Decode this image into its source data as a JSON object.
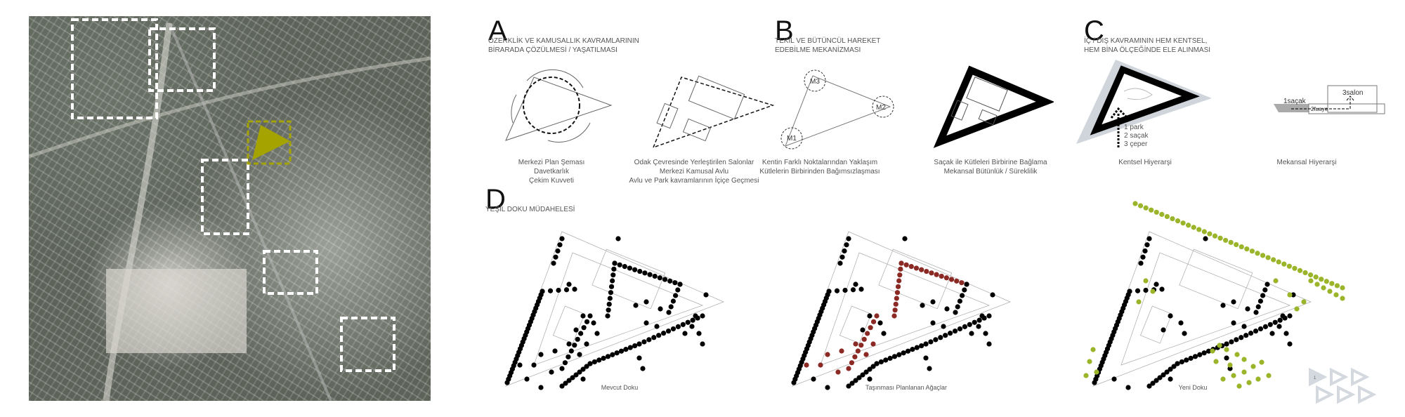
{
  "colors": {
    "accent": "#a5a300",
    "tree": "#000000",
    "relocate": "#8b2a24",
    "new": "#9bb52a",
    "edge": "#cfd5db"
  },
  "panel_a": {
    "letter": "A",
    "heading": [
      "ÖZERKLİK VE KAMUSALLIK KAVRAMLARININ",
      "BİRARADA ÇÖZÜLMESİ / YAŞATILMASI"
    ],
    "cap1": [
      "Merkezi Plan Şeması",
      "Davetkarlık",
      "Çekim Kuvveti"
    ],
    "cap2": [
      "Odak Çevresinde Yerleştirilen Salonlar",
      "Merkezi Kamusal Avlu",
      "Avlu ve Park kavramlarının İçiçe Geçmesi"
    ]
  },
  "panel_b": {
    "letter": "B",
    "heading": [
      "TEKİL VE BÜTÜNCÜL HAREKET",
      "EDEBİLME MEKANİZMASI"
    ],
    "nodes": [
      "M1",
      "M2",
      "M3"
    ],
    "cap1": [
      "Kentin Farklı Noktalarından Yaklaşım",
      "Kütlelerin Birbirinden Bağımsızlaşması"
    ],
    "cap2": [
      "Saçak ile Kütleleri Birbirine Bağlama",
      "Mekansal Bütünlük / Süreklilik"
    ]
  },
  "panel_c": {
    "letter": "C",
    "heading": [
      "İÇ / DIŞ KAVRAMININ HEM KENTSEL,",
      "HEM BİNA ÖLÇEĞİNDE ELE ALINMASI"
    ],
    "urban_steps": [
      "1 park",
      "2 saçak",
      "3 çeper"
    ],
    "spatial_steps": {
      "s1": "1saçak",
      "s2": "2fuaye",
      "s3": "3salon"
    },
    "cap1": "Kentsel Hiyerarşi",
    "cap2": "Mekansal Hiyerarşi"
  },
  "panel_d": {
    "letter": "D",
    "heading": "YEŞİL DOKU MÜDAHELESİ",
    "cap1": "Mevcut Doku",
    "cap2": "Taşınması Planlanan Ağaçlar",
    "cap3": "Yeni Doku"
  },
  "logo": {
    "number": "1"
  }
}
